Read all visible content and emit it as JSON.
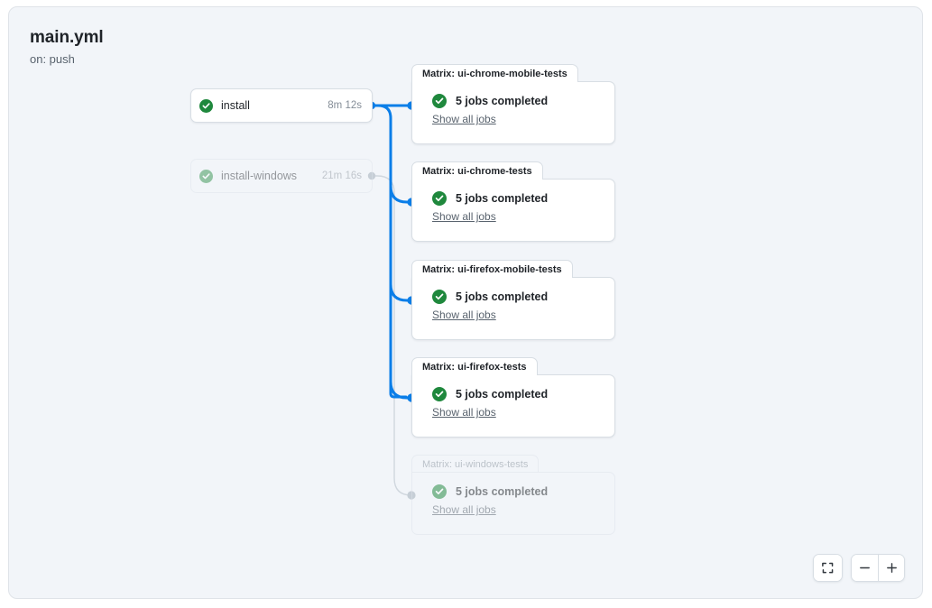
{
  "workflow": {
    "title": "main.yml",
    "trigger": "on: push"
  },
  "colors": {
    "canvas_bg": "#f2f5f9",
    "border": "#d8dee4",
    "edge_active": "#0b7ee8",
    "edge_dim": "#d0d7de",
    "success_green": "#1f883d",
    "success_green_dim": "#6fc08a",
    "text_primary": "#1f2328",
    "text_muted": "#59636e"
  },
  "jobs": [
    {
      "id": "install",
      "name": "install",
      "duration": "8m 12s",
      "status_icon": "check-circle-fill-icon",
      "state": "active"
    },
    {
      "id": "install-windows",
      "name": "install-windows",
      "duration": "21m 16s",
      "status_icon": "check-circle-fill-icon",
      "state": "dimmed"
    }
  ],
  "matrix_cards": [
    {
      "id": "ui-chrome-mobile-tests",
      "tab_label": "Matrix: ui-chrome-mobile-tests",
      "count_label": "5 jobs completed",
      "link_label": "Show all jobs",
      "status_icon": "check-circle-fill-icon",
      "state": "active"
    },
    {
      "id": "ui-chrome-tests",
      "tab_label": "Matrix: ui-chrome-tests",
      "count_label": "5 jobs completed",
      "link_label": "Show all jobs",
      "status_icon": "check-circle-fill-icon",
      "state": "active"
    },
    {
      "id": "ui-firefox-mobile-tests",
      "tab_label": "Matrix: ui-firefox-mobile-tests",
      "count_label": "5 jobs completed",
      "link_label": "Show all jobs",
      "status_icon": "check-circle-fill-icon",
      "state": "active"
    },
    {
      "id": "ui-firefox-tests",
      "tab_label": "Matrix: ui-firefox-tests",
      "count_label": "5 jobs completed",
      "link_label": "Show all jobs",
      "status_icon": "check-circle-fill-icon",
      "state": "active"
    },
    {
      "id": "ui-windows-tests",
      "tab_label": "Matrix: ui-windows-tests",
      "count_label": "5 jobs completed",
      "link_label": "Show all jobs",
      "status_icon": "check-circle-fill-icon",
      "state": "dimmed"
    }
  ],
  "controls": {
    "fit_icon": "fit-screen-icon",
    "zoom_out_icon": "minus-icon",
    "zoom_in_icon": "plus-icon"
  }
}
